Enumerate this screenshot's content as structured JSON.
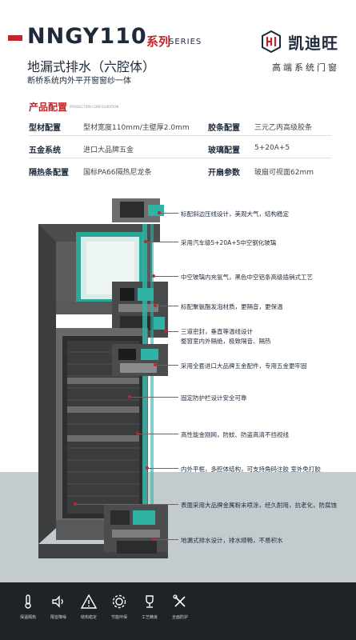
{
  "header": {
    "model": "NNGY110",
    "series_cn": "系列",
    "series_en": "SERIES",
    "subtitle": "地漏式排水（六腔体）",
    "tagline": "断桥系统内外平开窗窗纱一体"
  },
  "brand": {
    "name": "凯迪旺",
    "slogan": "高端系统门窗"
  },
  "config": {
    "title": "产品配置",
    "title_en": "PRODUCTION CONFIGURATION",
    "rows": [
      {
        "k1": "型材配置",
        "v1": "型材宽度110mm/主壁厚2.0mm",
        "k2": "胶条配置",
        "v2": "三元乙丙高级胶条"
      },
      {
        "k1": "五金系统",
        "v1": "进口大品牌五金",
        "k2": "玻璃配置",
        "v2": "5+20A+5"
      },
      {
        "k1": "隔热条配置",
        "v1": "国标PA66隔热尼龙条",
        "k2": "开扇参数",
        "v2": "玻扇可视面62mm"
      }
    ]
  },
  "features": [
    "标配斜边压线设计，美观大气，结构稳定",
    "采用汽车级5+20A+5中空钢化玻璃",
    "中空玻璃内充氩气，黑色中空铝条高级插销式工艺",
    "标配聚氨酯发泡材质，更隔音，更保温",
    "三道密封，垂直等温线设计",
    "整窗室内外隔绝，极致隔音、隔热",
    "采用全套进口大品牌五金配件，专用五金更牢固",
    "固定防护栏设计安全可靠",
    "高性能金刚网，防蚊、防盗高清不挡视线",
    "内外平框，多腔体结构，可支持角码注胶 室外免打胶",
    "表面采用大品牌金属粉末喷涂，经久耐用，抗老化，防腐蚀",
    "地漏式排水设计，排水顺畅，不易积水"
  ],
  "bottom_icons": [
    {
      "icon": "thermometer-icon",
      "label": "保温隔热"
    },
    {
      "icon": "sound-icon",
      "label": "隔音降噪"
    },
    {
      "icon": "warning-triangle-icon",
      "label": "结构稳定"
    },
    {
      "icon": "gear-icon",
      "label": "节能环保"
    },
    {
      "icon": "trophy-icon",
      "label": "工艺精良"
    },
    {
      "icon": "tools-icon",
      "label": "全面防护"
    }
  ],
  "colors": {
    "accent": "#c0262d",
    "navy": "#1e2a3a",
    "frame": "#4a4c4e",
    "glass": "#2fb3a4",
    "footer": "#1f2326"
  }
}
